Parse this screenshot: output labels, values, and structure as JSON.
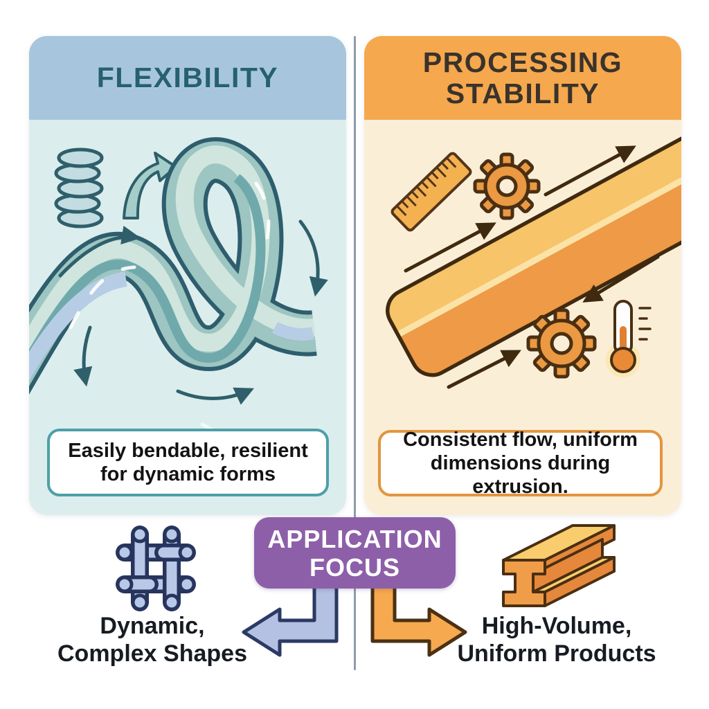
{
  "left_panel": {
    "title": "FLEXIBILITY",
    "caption_line1": "Easily bendable, resilient",
    "caption_line2": "for dynamic forms",
    "icons": [
      "spring-icon",
      "bend-arrow-icon",
      "flexible-ribbon-icon",
      "motion-arrow-icons"
    ],
    "colors": {
      "header": "#a7c6dd",
      "body": "#dcedee",
      "title": "#26616e",
      "caption_border": "#4d9fa8",
      "ribbon": "#9dc5c1",
      "outline": "#2e5f6b"
    }
  },
  "right_panel": {
    "title_line1": "PROCESSING",
    "title_line2": "STABILITY",
    "caption_line1": "Consistent flow, uniform",
    "caption_line2": "dimensions during extrusion.",
    "icons": [
      "ruler-icon",
      "gear-icon",
      "extruded-bar-icon",
      "thermometer-icon",
      "flow-arrow-icons"
    ],
    "colors": {
      "header": "#f6a84e",
      "body": "#faeed6",
      "title": "#39332b",
      "caption_border": "#e2953f",
      "bar_top": "#f7c469",
      "bar_front": "#ee9a46",
      "outline": "#3f2a10"
    }
  },
  "application_focus": {
    "line1": "APPLICATION",
    "line2": "FOCUS",
    "colors": {
      "background": "#8d5fa9",
      "text": "#ffffff"
    }
  },
  "outcome_left": {
    "line1": "Dynamic,",
    "line2": "Complex Shapes",
    "icon": "interlocked-shapes-icon",
    "arrow_color": "#b4c1e3"
  },
  "outcome_right": {
    "line1": "High-Volume,",
    "line2": "Uniform Products",
    "icon": "stacked-extrusions-icon",
    "arrow_color": "#f6a94f"
  },
  "divider_color": "#8e9ca9"
}
